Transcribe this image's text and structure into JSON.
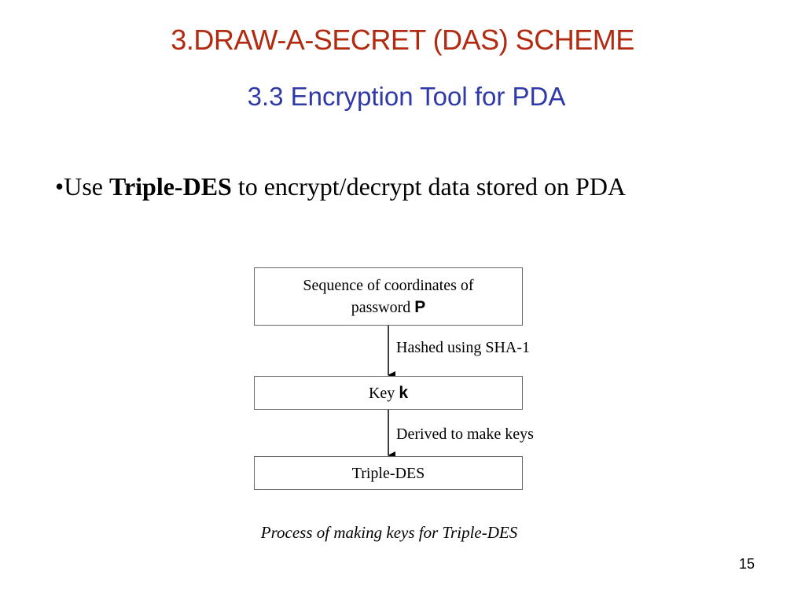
{
  "slide": {
    "title": "3.DRAW-A-SECRET (DAS) SCHEME",
    "subtitle": "3.3 Encryption Tool for PDA",
    "bullet": {
      "marker": "•",
      "prefix": "Use ",
      "bold": "Triple-DES",
      "suffix": " to encrypt/decrypt data stored on PDA"
    },
    "page_number": "15"
  },
  "diagram": {
    "nodes": {
      "sequence": {
        "line1": "Sequence of coordinates  of",
        "line2": "password ",
        "symbol": "P"
      },
      "key": {
        "text": "Key ",
        "symbol": "k"
      },
      "triple_des": {
        "text": "Triple-DES"
      }
    },
    "edges": {
      "hash": {
        "label": "Hashed using SHA-1"
      },
      "derive": {
        "label": "Derived to make keys"
      }
    },
    "caption": "Process of making keys for Triple-DES"
  }
}
